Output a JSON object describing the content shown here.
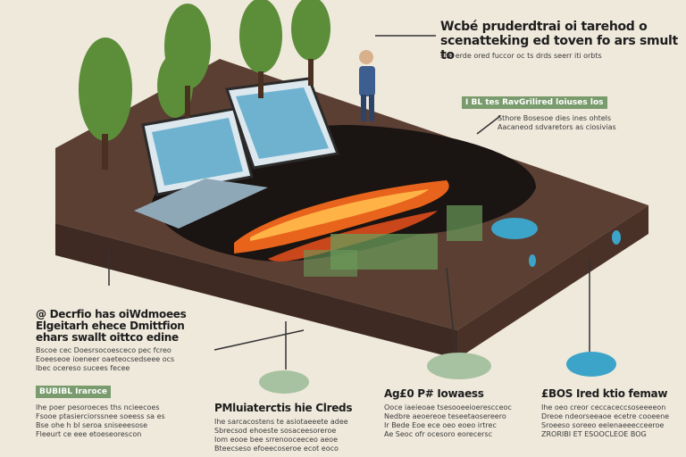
{
  "colors": {
    "background": "#efe9dc",
    "soil_top": "#5b3f33",
    "soil_side": "#3e2a22",
    "tree": "#5c8e3a",
    "panel": "#6fb2cf",
    "fire": "#e8641c",
    "water": "#3da4c9",
    "tag_green": "#7a9b6d"
  },
  "labels": {
    "top_right": {
      "title": [
        "Wcbé pruderdtrai oi tarehod o",
        "scenatteking ed toven fo ars smult to"
      ],
      "sub": [
        "sbe erde ored fuccor oc ts drds seerr iti orbts"
      ]
    },
    "mid_right": {
      "tag": "I BL tes RavGrilired loiuses los",
      "sub": [
        "Sthore Bosesoe dies ines ohtels",
        "Aacaneod sdvaretors as ciosivias"
      ]
    },
    "left_mid": {
      "title": [
        "@ Decrfio has oiWdmoees",
        "Elgeitarh ehece Dmittfion",
        "ehars swallt oittco edine"
      ],
      "sub": [
        "Bscoe cec Doesrsocoesceco pec fcreo",
        "Eoeeseoe ioeneer oaeteocsedseee ocs",
        "Ibec ocereso sucees fecee"
      ]
    },
    "left_low": {
      "tag": "BUBIBL Iraroce",
      "sub": [
        "Ihe poer pesoroeces ths ncieecoes",
        "Fsooe ptasierciorssnee soeess sa es",
        "Bse ohe h bl seroa sniseeesose",
        "Fleeurt ce eee etoeseorescon"
      ]
    },
    "center_low": {
      "title": [
        "PMluiaterctis hie Clreds"
      ],
      "sub": [
        "Ihe sarcacostens te asiotaeeete adee",
        "Sbrecsod ehoeste sosaceesoreroe",
        "Iom eooe bee srrenooceeceo aeoe",
        "Bteecseso efoeecoseroe ecot eoco"
      ]
    },
    "mid_low": {
      "title": [
        "Ag£0 P# Iowaess"
      ],
      "sub": [
        "Ooce iaeieoae tsesooeeioerescceoc",
        "Nedbre aeoereoe teseetaosereero",
        "Ir Bede Eoe ece oeo eoeo irtrec",
        "Ae Seoc ofr ocesoro eorecersc"
      ]
    },
    "right_low": {
      "title": [
        "£BOS Ired ktio femaw"
      ],
      "sub": [
        "Ihe oeo creor ceccaceccsoseeeeon",
        "Dreoe ndeorseeaoe ecetre cooeene",
        "Sroeeso soreeo eelenaeeecceeroe",
        "ZRORIBI ET ESOOCLEOE BOG"
      ]
    }
  }
}
